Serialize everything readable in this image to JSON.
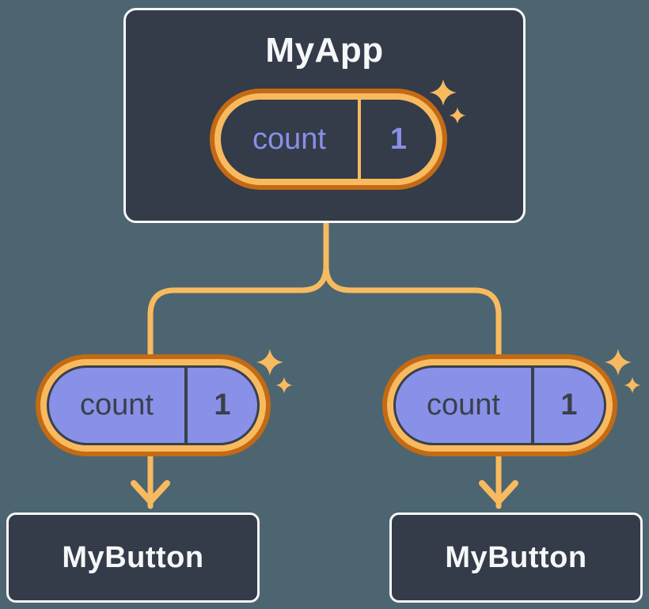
{
  "diagram": {
    "root": {
      "title": "MyApp",
      "state": {
        "name": "count",
        "value": "1"
      }
    },
    "children": [
      {
        "title": "MyButton",
        "prop": {
          "name": "count",
          "value": "1"
        }
      },
      {
        "title": "MyButton",
        "prop": {
          "name": "count",
          "value": "1"
        }
      }
    ]
  },
  "colors": {
    "page_bg": "#4D6570",
    "card_bg": "#343B49",
    "card_border": "#F7F8FA",
    "orange_dark": "#C46A14",
    "orange_light": "#F8BA5F",
    "periwinkle": "#8890E8",
    "ink": "#39404B",
    "text_light": "#F6F7F9"
  }
}
